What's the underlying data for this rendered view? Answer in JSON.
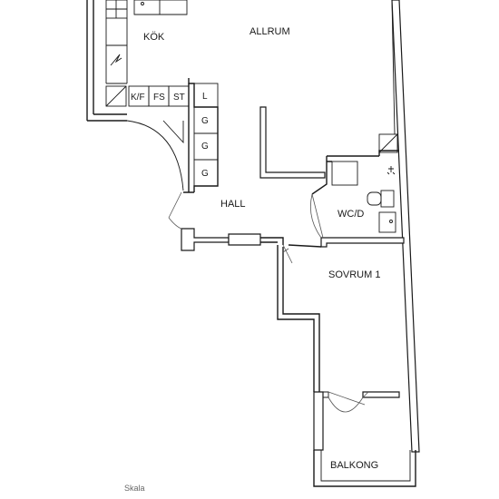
{
  "rooms": {
    "kok": "KÖK",
    "allrum": "ALLRUM",
    "hall": "HALL",
    "wcd": "WC/D",
    "sovrum": "SOVRUM 1",
    "balkong": "BALKONG"
  },
  "fixtures": {
    "kf": "K/F",
    "fs": "FS",
    "st": "ST",
    "l": "L",
    "g1": "G",
    "g2": "G",
    "g3": "G"
  },
  "scale_label": "Skala"
}
